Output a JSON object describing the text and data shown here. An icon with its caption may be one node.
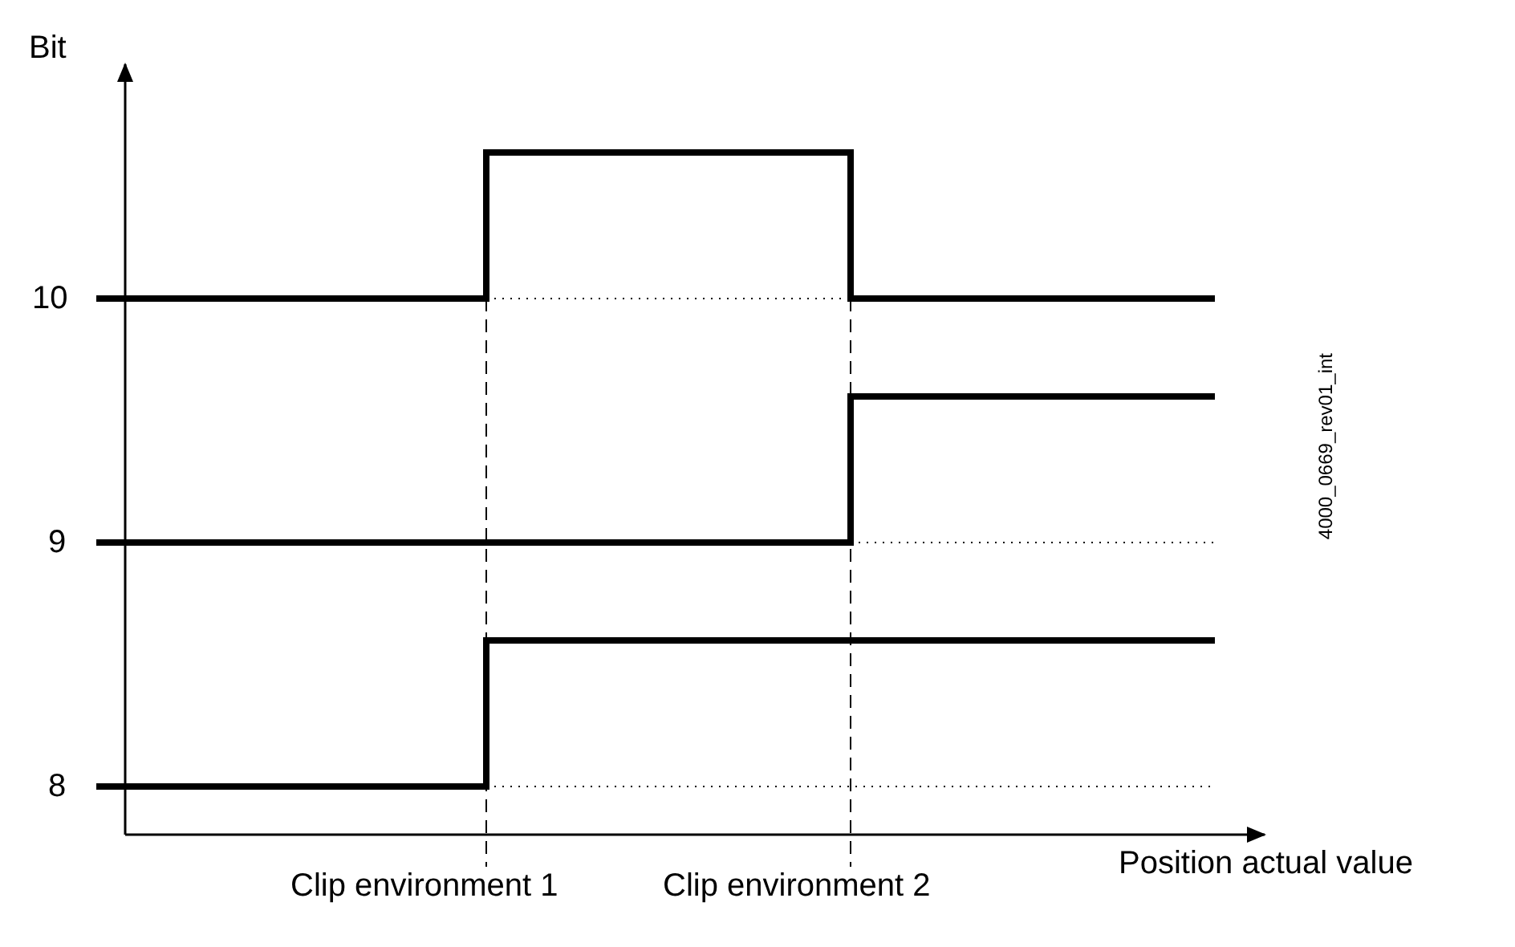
{
  "diagram": {
    "labels": [
      "Bit",
      "10",
      "9",
      "8",
      "Clip environment 1",
      "Clip environment 2",
      "Position actual value",
      "4000_0669_rev01_int"
    ]
  }
}
